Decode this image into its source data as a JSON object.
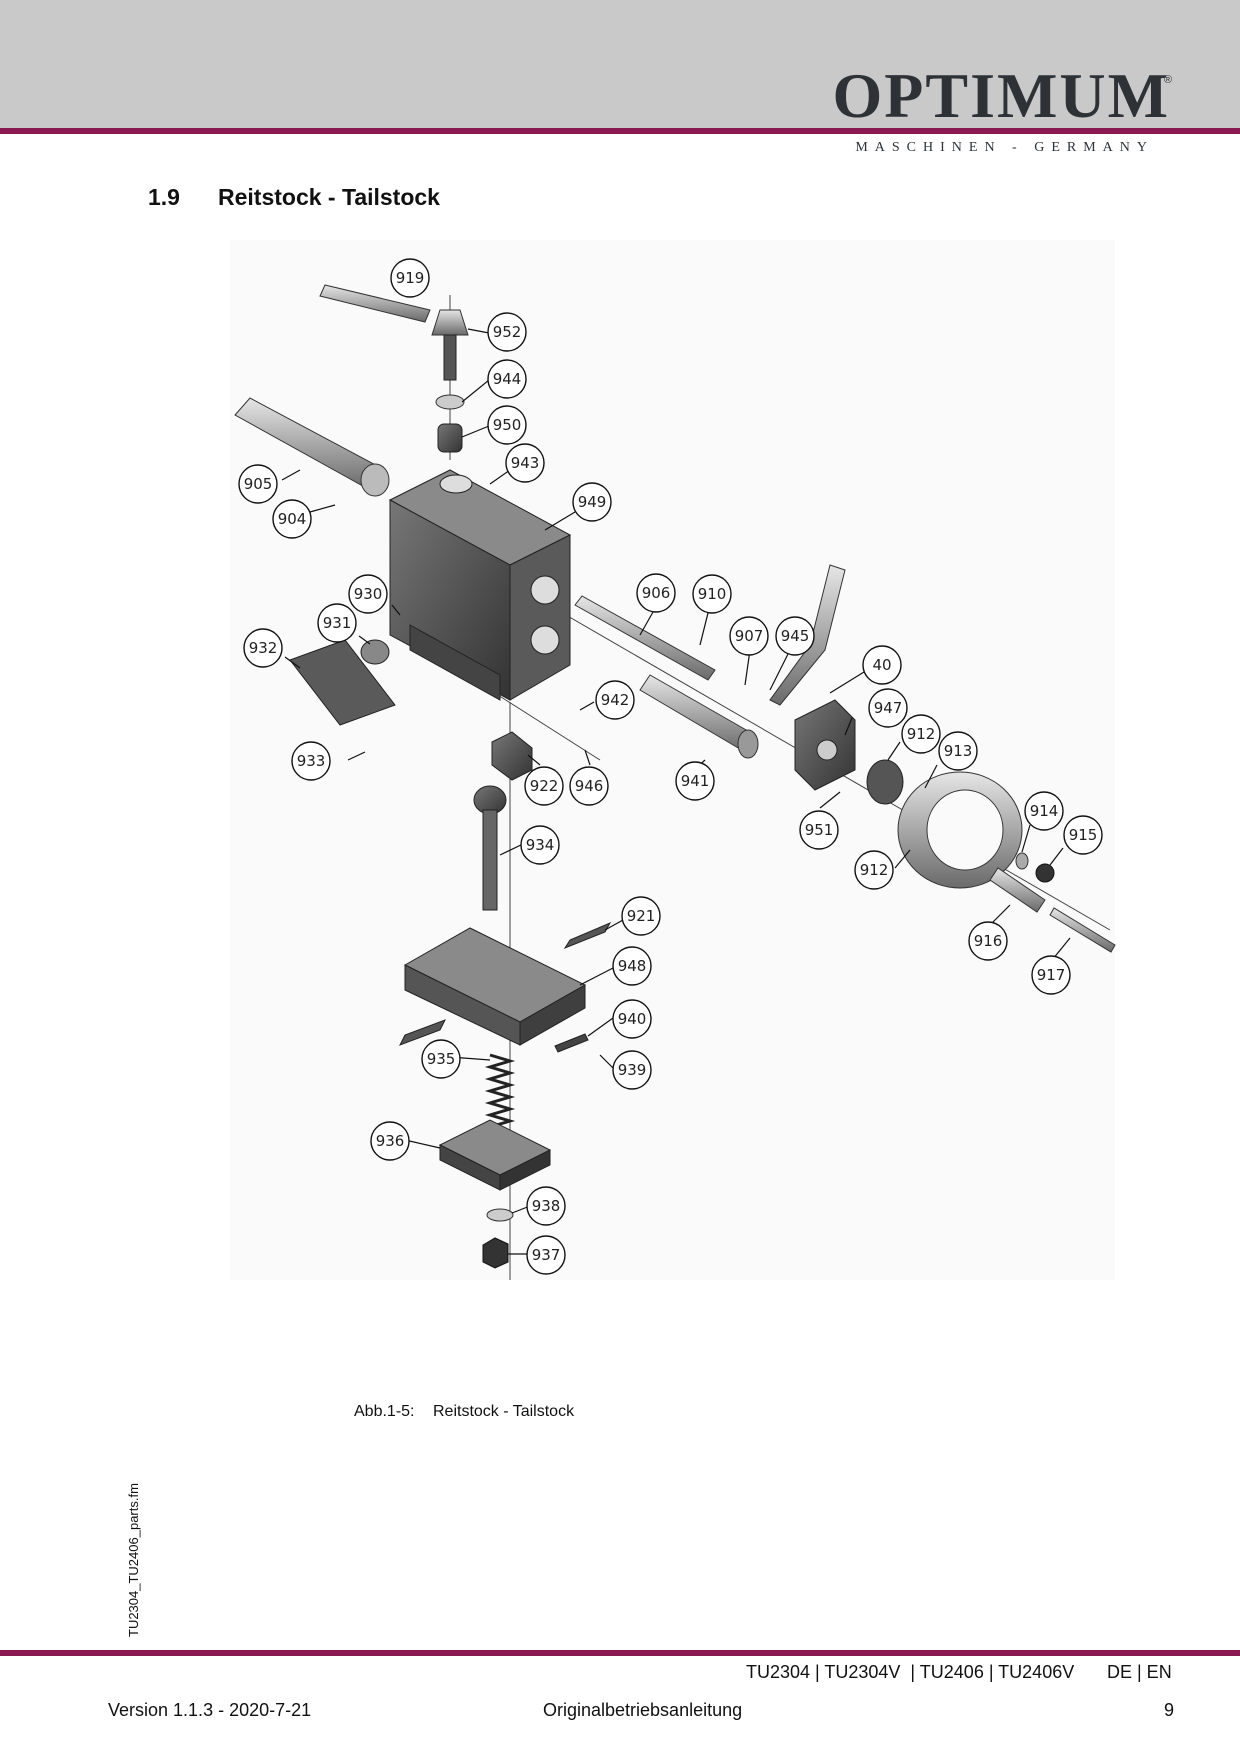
{
  "header": {
    "brand": "OPTIMUM",
    "brand_mark": "®",
    "brand_sub": "MASCHINEN - GERMANY",
    "accent_color": "#8c1a52"
  },
  "section": {
    "number": "1.9",
    "title": "Reitstock - Tailstock"
  },
  "figure": {
    "caption_number": "Abb.1-5:",
    "caption_text": "Reitstock - Tailstock",
    "callouts": [
      "919",
      "952",
      "944",
      "950",
      "943",
      "905",
      "904",
      "949",
      "930",
      "931",
      "932",
      "906",
      "910",
      "907",
      "945",
      "40",
      "942",
      "947",
      "912",
      "913",
      "933",
      "922",
      "946",
      "941",
      "951",
      "914",
      "915",
      "912",
      "934",
      "921",
      "916",
      "917",
      "948",
      "940",
      "935",
      "939",
      "936",
      "938",
      "937"
    ]
  },
  "side_label": "TU2304_TU2406_parts.fm",
  "footer": {
    "models": "TU2304 | TU2304V  | TU2406 | TU2406V",
    "languages": "DE | EN",
    "version": "Version 1.1.3 - 2020-7-21",
    "document": "Originalbetriebsanleitung",
    "page": "9"
  }
}
